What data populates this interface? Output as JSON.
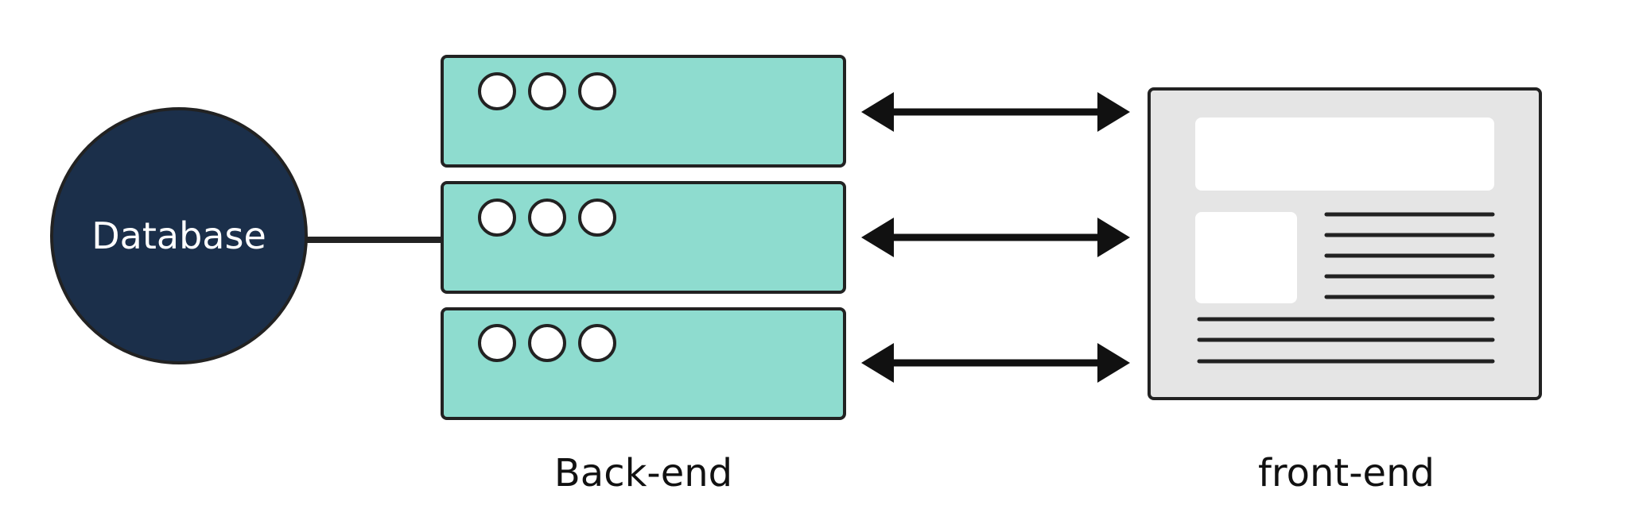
{
  "database": {
    "label": "Database"
  },
  "captions": {
    "backend": "Back-end",
    "frontend": "front-end"
  },
  "colors": {
    "database_fill": "#1b2f4a",
    "server_fill": "#8edccf",
    "page_fill": "#e5e5e5"
  }
}
